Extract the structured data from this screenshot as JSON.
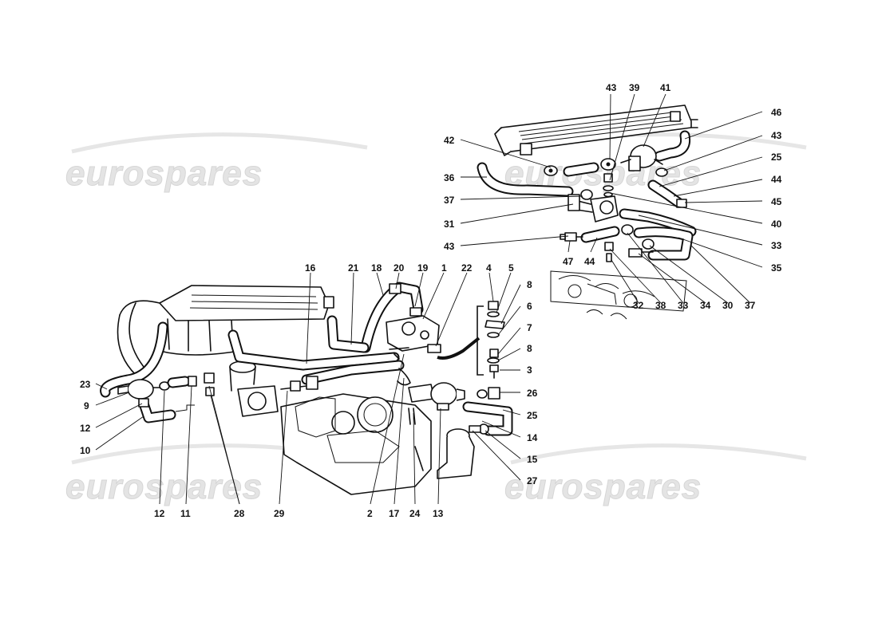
{
  "watermark": {
    "text": "eurospares",
    "color": "#e4e4e4"
  },
  "callouts": {
    "c43a": "43",
    "c39": "39",
    "c41": "41",
    "c46": "46",
    "c42": "42",
    "c43b": "43",
    "c25a": "25",
    "c36": "36",
    "c44a": "44",
    "c37a": "37",
    "c45": "45",
    "c31": "31",
    "c40": "40",
    "c33a": "33",
    "c43c": "43",
    "c35": "35",
    "c47": "47",
    "c44b": "44",
    "c32": "32",
    "c38": "38",
    "c33b": "33",
    "c34": "34",
    "c30": "30",
    "c37b": "37",
    "c16": "16",
    "c21": "21",
    "c18": "18",
    "c20": "20",
    "c19": "19",
    "c1": "1",
    "c22": "22",
    "c4": "4",
    "c5": "5",
    "c8a": "8",
    "c6": "6",
    "c7": "7",
    "c8b": "8",
    "c3": "3",
    "c23": "23",
    "c9": "9",
    "c12a": "12",
    "c10": "10",
    "c26": "26",
    "c25b": "25",
    "c14": "14",
    "c15": "15",
    "c27": "27",
    "c12b": "12",
    "c11": "11",
    "c28": "28",
    "c29": "29",
    "c2": "2",
    "c17": "17",
    "c24": "24",
    "c13": "13"
  }
}
